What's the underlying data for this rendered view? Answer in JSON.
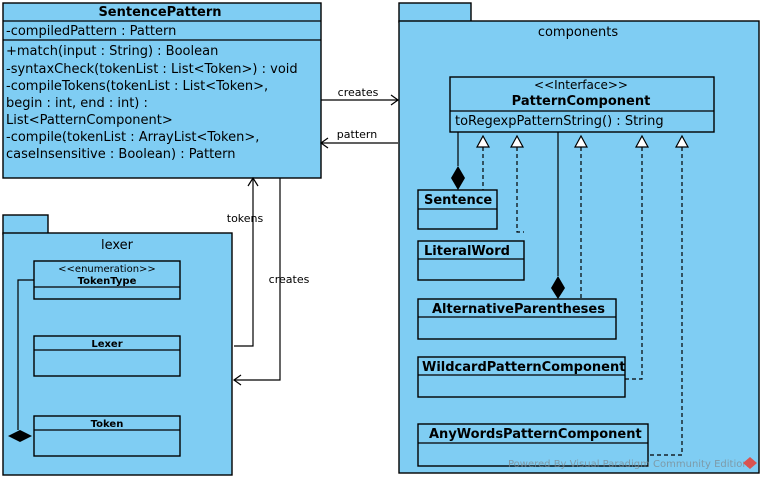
{
  "sentence_pattern": {
    "name": "SentencePattern",
    "attributes": [
      "-compiledPattern : Pattern"
    ],
    "operations": [
      "+match(input : String) : Boolean",
      "-syntaxCheck(tokenList : List<Token>) : void",
      "-compileTokens(tokenList : List<Token>,",
      "begin : int, end : int) :",
      "List<PatternComponent>",
      "-compile(tokenList : ArrayList<Token>,",
      "caseInsensitive : Boolean) : Pattern"
    ]
  },
  "components_package": {
    "name": "components",
    "interface": {
      "stereotype": "<<Interface>>",
      "name": "PatternComponent",
      "operation": "toRegexpPatternString() : String"
    },
    "classes": [
      "Sentence",
      "LiteralWord",
      "AlternativeParentheses",
      "WildcardPatternComponent",
      "AnyWordsPatternComponent"
    ]
  },
  "lexer_package": {
    "name": "lexer",
    "token_type": {
      "stereotype": "<<enumeration>>",
      "name": "TokenType"
    },
    "lexer_class": "Lexer",
    "token_class": "Token"
  },
  "relations": {
    "creates_components": "creates",
    "pattern": "pattern",
    "tokens": "tokens",
    "creates_lexer": "creates"
  },
  "watermark": "Powered By Visual Paradigm Community Edition",
  "colors": {
    "fill": "#7fcdf3",
    "stroke": "#000000"
  }
}
